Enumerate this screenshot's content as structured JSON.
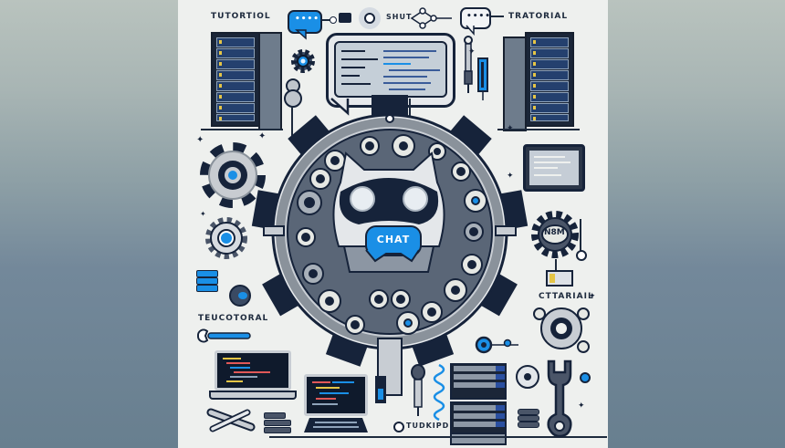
{
  "scene": {
    "description": "Illustration of a chatbot robot head inside a large gear surrounded by tech icons",
    "background_gradient": [
      "#b9c3be",
      "#687f8f"
    ],
    "panel_color": "#eef0ee",
    "accent_blue": "#1a8fe6",
    "navy": "#16233a"
  },
  "labels": {
    "top_left": "TUTORTIOL",
    "top_middle": "SHUT",
    "top_right": "TRATORIAL",
    "mid_left": "TEUCOTORAL",
    "mid_right": "CTTARIAIL",
    "bottom": "TUDKIPD",
    "gear_badge": "N8M",
    "chat_bubble": "CHAT"
  },
  "bubbles": {
    "top_blue_dots": "••••",
    "top_white_dots": "••••"
  },
  "icons": [
    "server-rack-left-icon",
    "server-rack-right-icon",
    "chat-bubble-blue-icon",
    "chat-bubble-white-icon",
    "large-gear-icon",
    "robot-head-icon",
    "laptop-code-icon",
    "keyboard-laptop-icon",
    "wrench-icon",
    "screwdriver-icon",
    "monitor-icon",
    "network-node-icon",
    "spring-icon",
    "usb-plug-icon"
  ]
}
